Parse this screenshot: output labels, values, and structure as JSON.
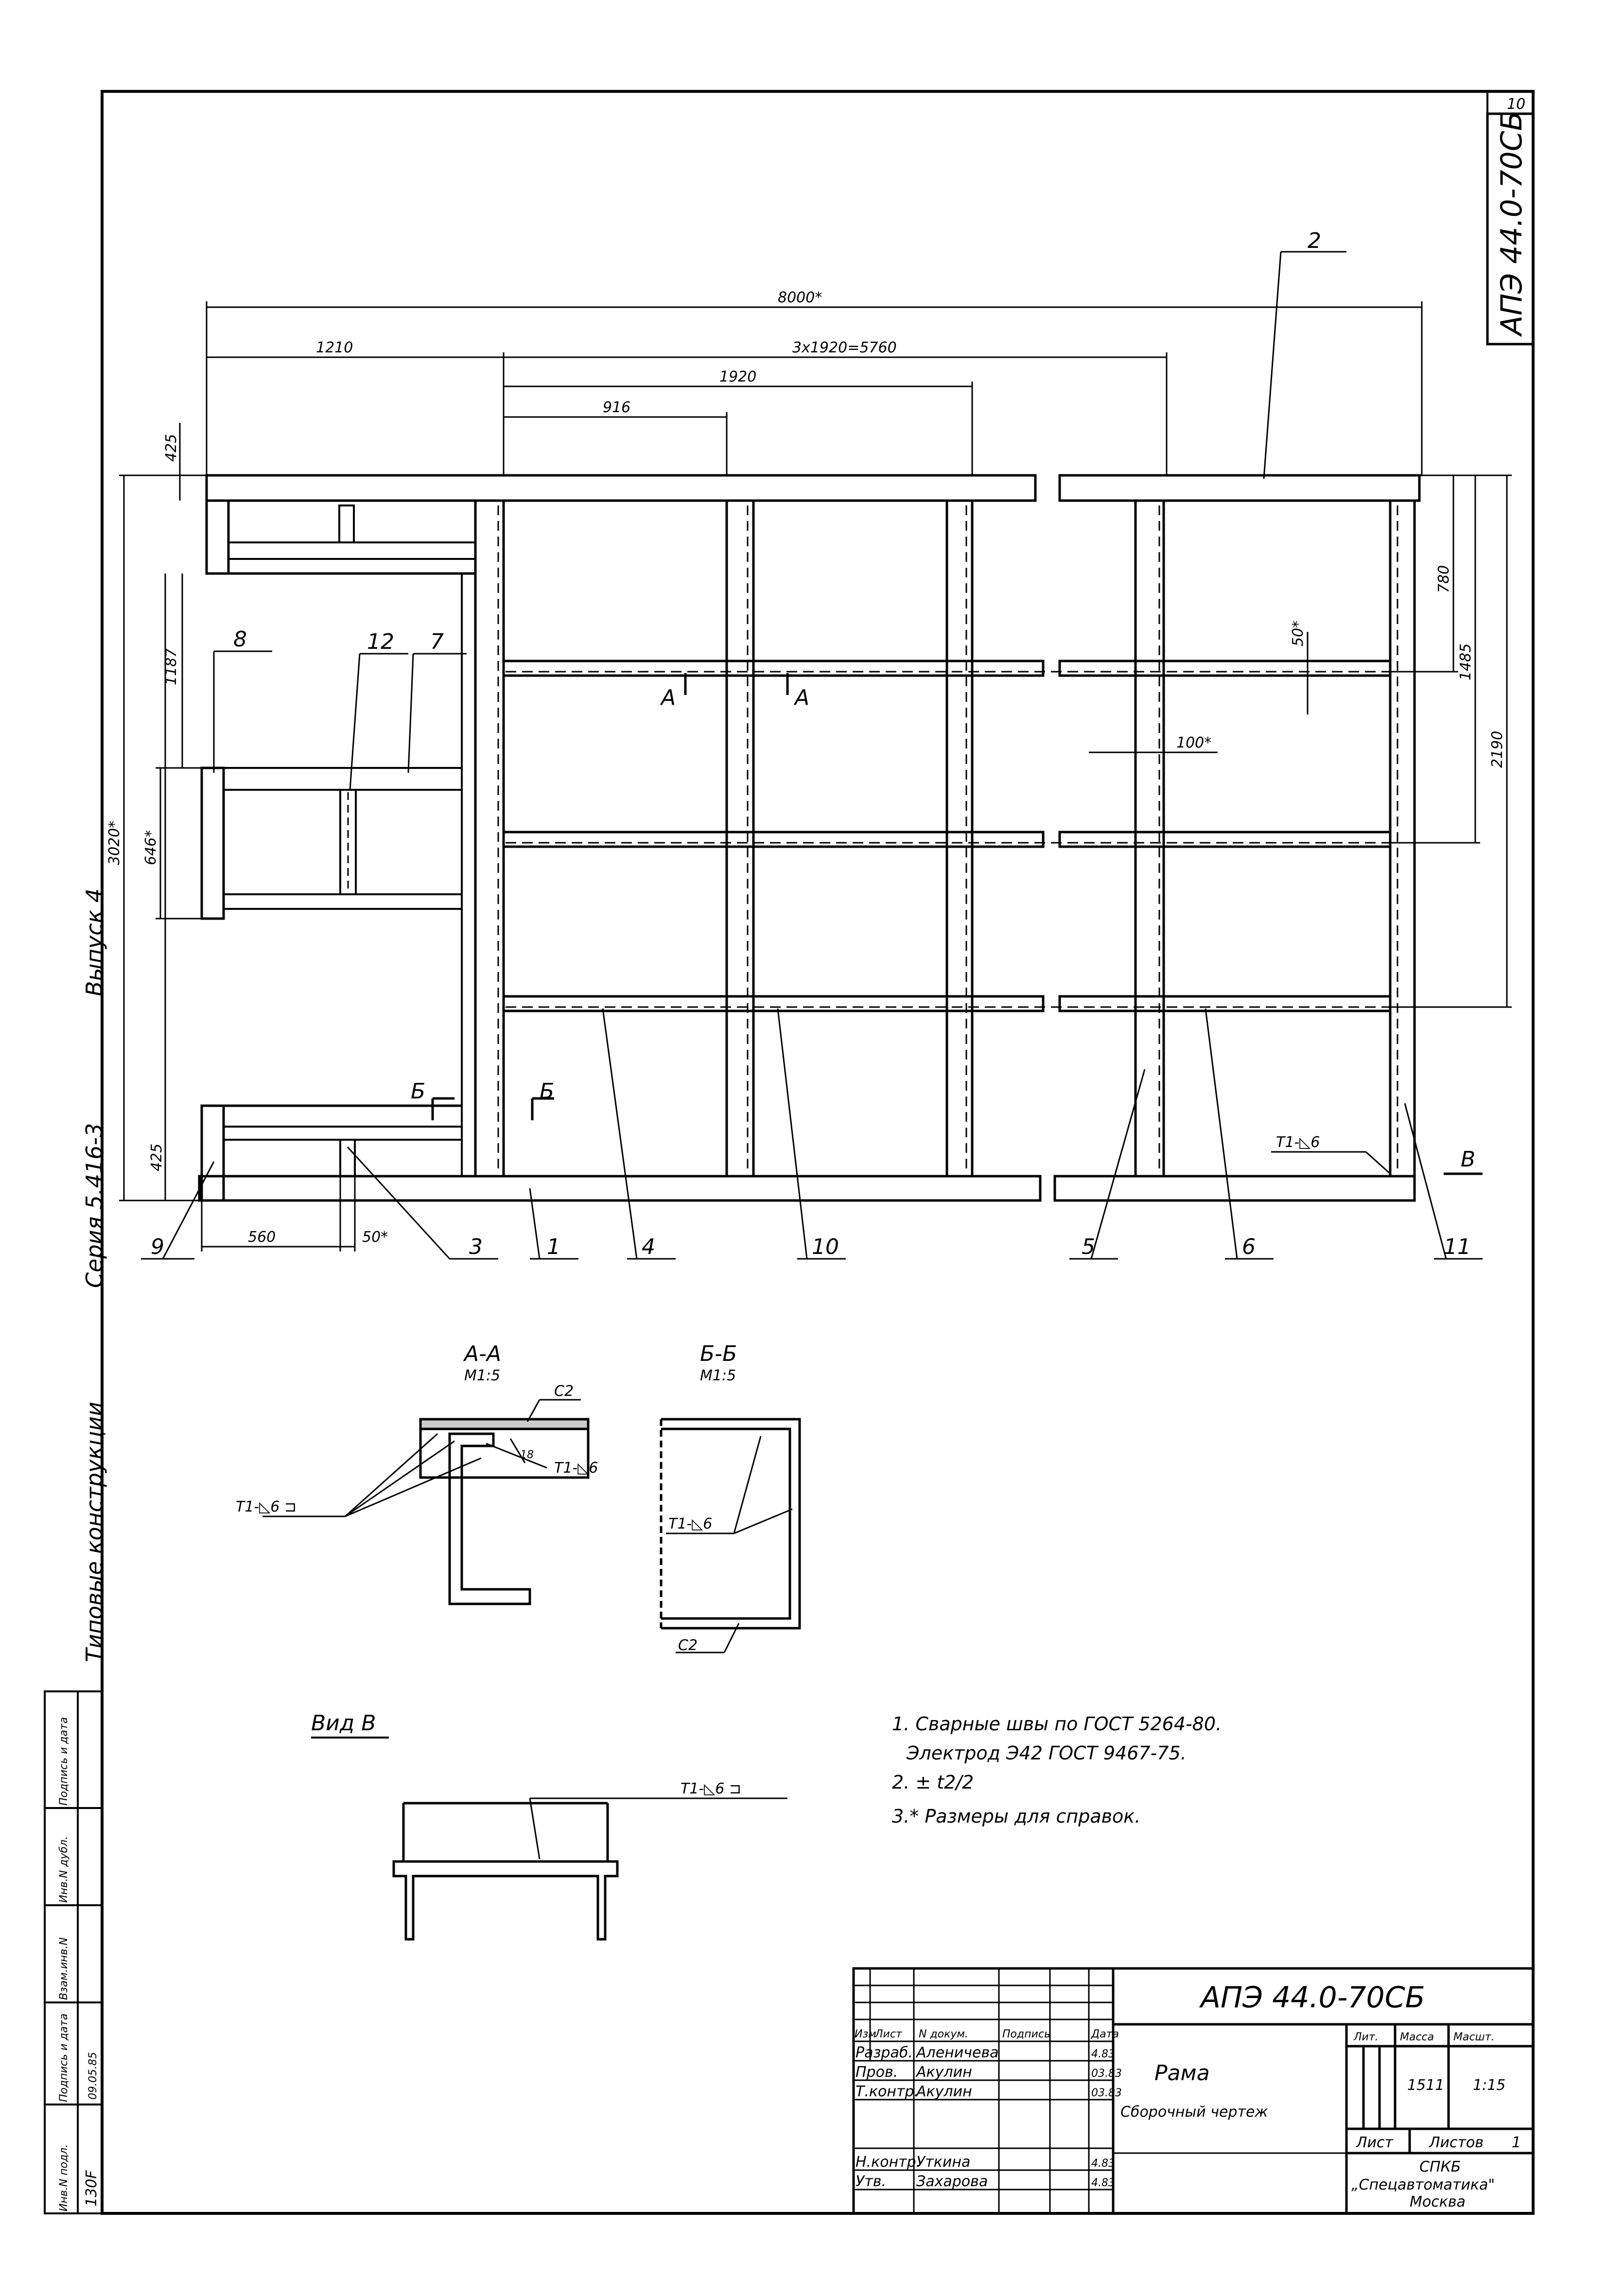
{
  "sheet": {
    "sheet_number": "10",
    "doc_code": "АПЭ 44.0-70СБ",
    "side_text": {
      "series": "Серия 5.416-3",
      "issue": "Выпуск 4",
      "title": "Типовые конструкции"
    }
  },
  "frame": {
    "dims": {
      "overall": "8000*",
      "d1210": "1210",
      "d5760": "3x1920=5760",
      "d1920": "1920",
      "d916": "916",
      "h425_top": "425",
      "h1187": "1187",
      "h3020": "3020*",
      "h646": "646*",
      "h425_bottom": "425",
      "d560": "560",
      "d50_bottom": "50*",
      "r780": "780",
      "r1485": "1485",
      "r2190": "2190",
      "d50_right": "50*",
      "d100": "100*"
    },
    "parts": [
      "1",
      "2",
      "3",
      "4",
      "5",
      "6",
      "7",
      "8",
      "9",
      "10",
      "11",
      "12"
    ],
    "section_marks": {
      "a": "А",
      "b": "Б",
      "v": "В"
    },
    "weld_label": "Т1-◺6"
  },
  "sections": {
    "aa_title": "А-А",
    "aa_scale": "М1:5",
    "bb_title": "Б-Б",
    "bb_scale": "М1:5",
    "view_title": "Вид В",
    "c2": "С2",
    "dim18": "18",
    "weld_bracket": "Т1-◺6 ⊐",
    "weld": "Т1-◺6"
  },
  "notes": [
    "1. Сварные швы по ГОСТ 5264-80.",
    "Электрод Э42 ГОСТ 9467-75.",
    "2. ± t2/2",
    "3.* Размеры для справок."
  ],
  "title_block": {
    "doc_code": "АПЭ 44.0-70СБ",
    "name": "Рама",
    "subtitle": "Сборочный чертеж",
    "headers": {
      "izm": "Изм",
      "list": "Лист",
      "ndoc": "N докум.",
      "sign": "Подпись",
      "date": "Дата"
    },
    "rows": [
      {
        "role": "Разраб.",
        "name": "Аленичева",
        "date": "4.83"
      },
      {
        "role": "Пров.",
        "name": "Акулин",
        "date": "03.83"
      },
      {
        "role": "Т.контр.",
        "name": "Акулин",
        "date": "03.83"
      },
      {
        "role": "",
        "name": "",
        "date": ""
      },
      {
        "role": "Н.контр.",
        "name": "Уткина",
        "date": "4.83"
      },
      {
        "role": "Утв.",
        "name": "Захарова",
        "date": "4.83"
      }
    ],
    "lit_label": "Лит.",
    "mass_label": "Масса",
    "scale_label": "Масшт.",
    "mass": "1511",
    "scale": "1:15",
    "sheet_label": "Лист",
    "sheets_label": "Листов",
    "sheets_count": "1",
    "org1": "СПКБ",
    "org2": "„Спецавтоматика\"",
    "org3": "Москва"
  },
  "left_stamp": {
    "cols": [
      "Инв.N подл.",
      "Подпись и дата",
      "Взам.инв.N",
      "Инв.N дубл.",
      "Подпись и дата"
    ],
    "inv": "130F",
    "date": "09.05.85"
  }
}
